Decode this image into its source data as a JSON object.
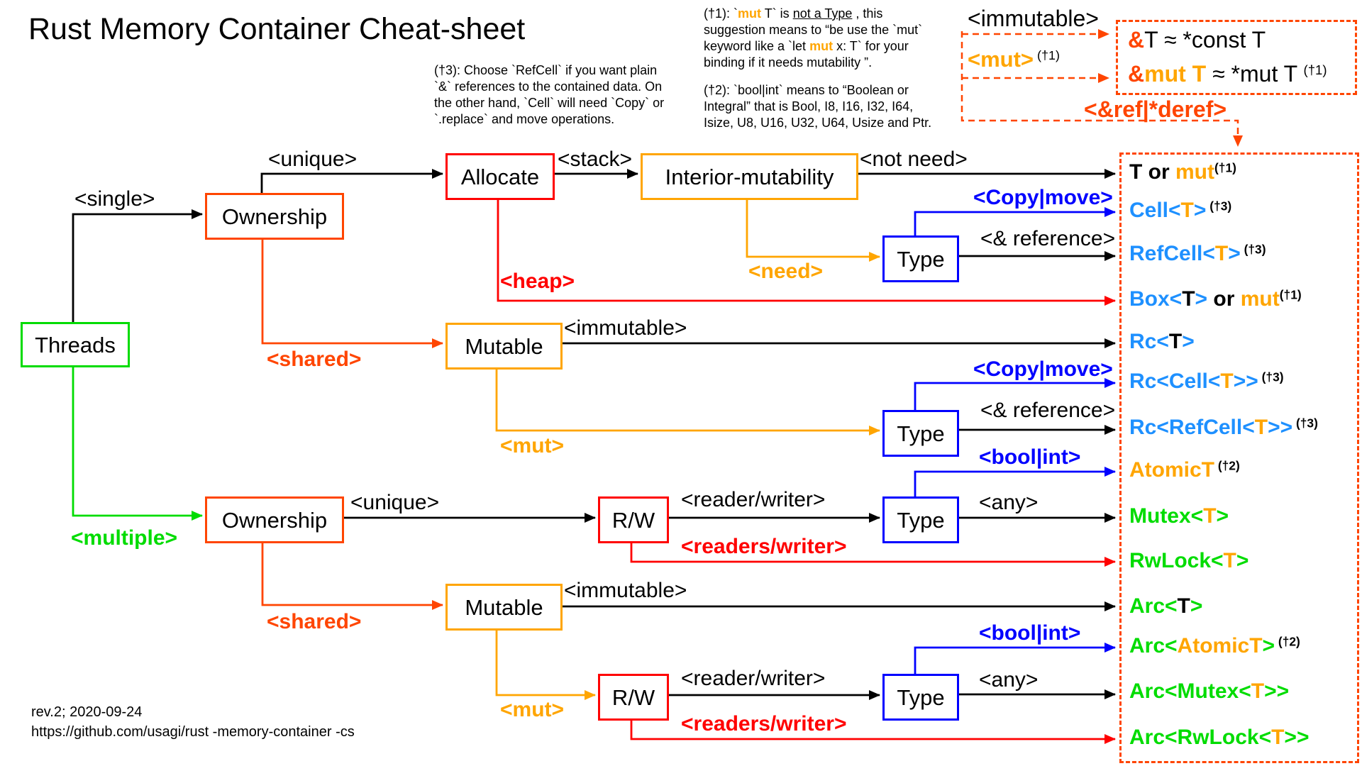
{
  "title": "Rust Memory Container Cheat-sheet",
  "palette": {
    "black": "#000000",
    "orange": "#FFA500",
    "dodger": "#1E90FF",
    "blue": "#0000FF",
    "green": "#00DC00",
    "red": "#FF0000",
    "orangered": "#FF4500"
  },
  "nodes": {
    "threads": "Threads",
    "ownership": "Ownership",
    "allocate": "Allocate",
    "interior": "Interior-mutability",
    "mutable": "Mutable",
    "rw": "R/W",
    "type": "Type"
  },
  "labels": {
    "single": "<single>",
    "multiple": "<multiple>",
    "unique": "<unique>",
    "shared": "<shared>",
    "stack": "<stack>",
    "heap": "<heap>",
    "not_need": "<not need>",
    "need": "<need>",
    "immutable": "<immutable>",
    "mut": "<mut>",
    "copy_move": "<Copy|move>",
    "amp_reference": "<& reference>",
    "bool_int": "<bool|int>",
    "any": "<any>",
    "reader_writer": "<reader/writer>",
    "readers_writer": "<readers/writer>"
  },
  "topright": {
    "immutable": "<immutable>",
    "mut": [
      {
        "t": "<mut>",
        "c": "orange",
        "b": true
      },
      {
        "t": " (†1)",
        "c": "black",
        "sup": true
      }
    ],
    "eq1": [
      {
        "t": "&",
        "c": "orangered",
        "b": true
      },
      {
        "t": "T ≈ *const T",
        "c": "black"
      }
    ],
    "eq2": [
      {
        "t": "&",
        "c": "orangered",
        "b": true
      },
      {
        "t": "mut T",
        "c": "orange",
        "b": true
      },
      {
        "t": " ≈ *mut T ",
        "c": "black"
      },
      {
        "t": "(†1)",
        "c": "black",
        "sup": true
      }
    ],
    "ref_deref": "<&ref|*deref>"
  },
  "notes": {
    "n1_lines": [
      [
        {
          "t": "(†1): `",
          "c": "black"
        },
        {
          "t": "mut",
          "c": "orange",
          "b": true
        },
        {
          "t": " T` is ",
          "c": "black"
        },
        {
          "t": "not a Type",
          "c": "black",
          "u": true
        },
        {
          "t": " , this",
          "c": "black"
        }
      ],
      [
        {
          "t": "suggestion means to “be use the `mut`",
          "c": "black"
        }
      ],
      [
        {
          "t": "keyword like a `let ",
          "c": "black"
        },
        {
          "t": "mut",
          "c": "orange",
          "b": true
        },
        {
          "t": " x: T` for your",
          "c": "black"
        }
      ],
      [
        {
          "t": "binding if it needs mutability ”.",
          "c": "black"
        }
      ]
    ],
    "n2_lines": [
      "(†2): `bool|int` means to “Boolean or",
      "Integral” that is Bool, I8, I16, I32, I64,",
      "Isize, U8, U16, U32, U64,  Usize and Ptr."
    ],
    "n3_lines": [
      "(†3): Choose `RefCell` if you want plain",
      "`&` references to the contained data. On",
      "the other hand, `Cell` will need `Copy` or",
      "`.replace` and move operations."
    ]
  },
  "results": [
    {
      "name": "t-or-mut",
      "segments": [
        {
          "t": "T or ",
          "c": "black"
        },
        {
          "t": "mut",
          "c": "orange"
        },
        {
          "t": "(†1)",
          "c": "black",
          "sup": true
        }
      ]
    },
    {
      "name": "cell",
      "segments": [
        {
          "t": "Cell<",
          "c": "dodger"
        },
        {
          "t": "T",
          "c": "orange"
        },
        {
          "t": ">",
          "c": "dodger"
        },
        {
          "t": " (†3)",
          "c": "black",
          "sup": true
        }
      ]
    },
    {
      "name": "refcell",
      "segments": [
        {
          "t": "RefCell<",
          "c": "dodger"
        },
        {
          "t": "T",
          "c": "orange"
        },
        {
          "t": ">",
          "c": "dodger"
        },
        {
          "t": " (†3)",
          "c": "black",
          "sup": true
        }
      ]
    },
    {
      "name": "box-or-mut",
      "segments": [
        {
          "t": "Box<",
          "c": "dodger"
        },
        {
          "t": "T",
          "c": "black"
        },
        {
          "t": ">",
          "c": "dodger"
        },
        {
          "t": " or ",
          "c": "black"
        },
        {
          "t": "mut",
          "c": "orange"
        },
        {
          "t": "(†1)",
          "c": "black",
          "sup": true
        }
      ]
    },
    {
      "name": "rc",
      "segments": [
        {
          "t": "Rc<",
          "c": "dodger"
        },
        {
          "t": "T",
          "c": "black"
        },
        {
          "t": ">",
          "c": "dodger"
        }
      ]
    },
    {
      "name": "rc-cell",
      "segments": [
        {
          "t": "Rc<Cell<",
          "c": "dodger"
        },
        {
          "t": "T",
          "c": "orange"
        },
        {
          "t": ">>",
          "c": "dodger"
        },
        {
          "t": " (†3)",
          "c": "black",
          "sup": true
        }
      ]
    },
    {
      "name": "rc-refcell",
      "segments": [
        {
          "t": "Rc<RefCell<",
          "c": "dodger"
        },
        {
          "t": "T",
          "c": "orange"
        },
        {
          "t": ">>",
          "c": "dodger"
        },
        {
          "t": " (†3)",
          "c": "black",
          "sup": true
        }
      ]
    },
    {
      "name": "atomict",
      "segments": [
        {
          "t": "AtomicT",
          "c": "orange"
        },
        {
          "t": " (†2)",
          "c": "black",
          "sup": true
        }
      ]
    },
    {
      "name": "mutex",
      "segments": [
        {
          "t": "Mutex<",
          "c": "green"
        },
        {
          "t": "T",
          "c": "orange"
        },
        {
          "t": ">",
          "c": "green"
        }
      ]
    },
    {
      "name": "rwlock",
      "segments": [
        {
          "t": "RwLock<",
          "c": "green"
        },
        {
          "t": "T",
          "c": "orange"
        },
        {
          "t": ">",
          "c": "green"
        }
      ]
    },
    {
      "name": "arc",
      "segments": [
        {
          "t": "Arc<",
          "c": "green"
        },
        {
          "t": "T",
          "c": "black"
        },
        {
          "t": ">",
          "c": "green"
        }
      ]
    },
    {
      "name": "arc-atomict",
      "segments": [
        {
          "t": "Arc<",
          "c": "green"
        },
        {
          "t": "AtomicT",
          "c": "orange"
        },
        {
          "t": ">",
          "c": "green"
        },
        {
          "t": " (†2)",
          "c": "black",
          "sup": true
        }
      ]
    },
    {
      "name": "arc-mutex",
      "segments": [
        {
          "t": "Arc<Mutex<",
          "c": "green"
        },
        {
          "t": "T",
          "c": "orange"
        },
        {
          "t": ">>",
          "c": "green"
        }
      ]
    },
    {
      "name": "arc-rwlock",
      "segments": [
        {
          "t": "Arc<RwLock<",
          "c": "green"
        },
        {
          "t": "T",
          "c": "orange"
        },
        {
          "t": ">>",
          "c": "green"
        }
      ]
    }
  ],
  "footer": {
    "rev": "rev.2; 2020-09-24",
    "url": "https://github.com/usagi/rust -memory-container -cs"
  }
}
